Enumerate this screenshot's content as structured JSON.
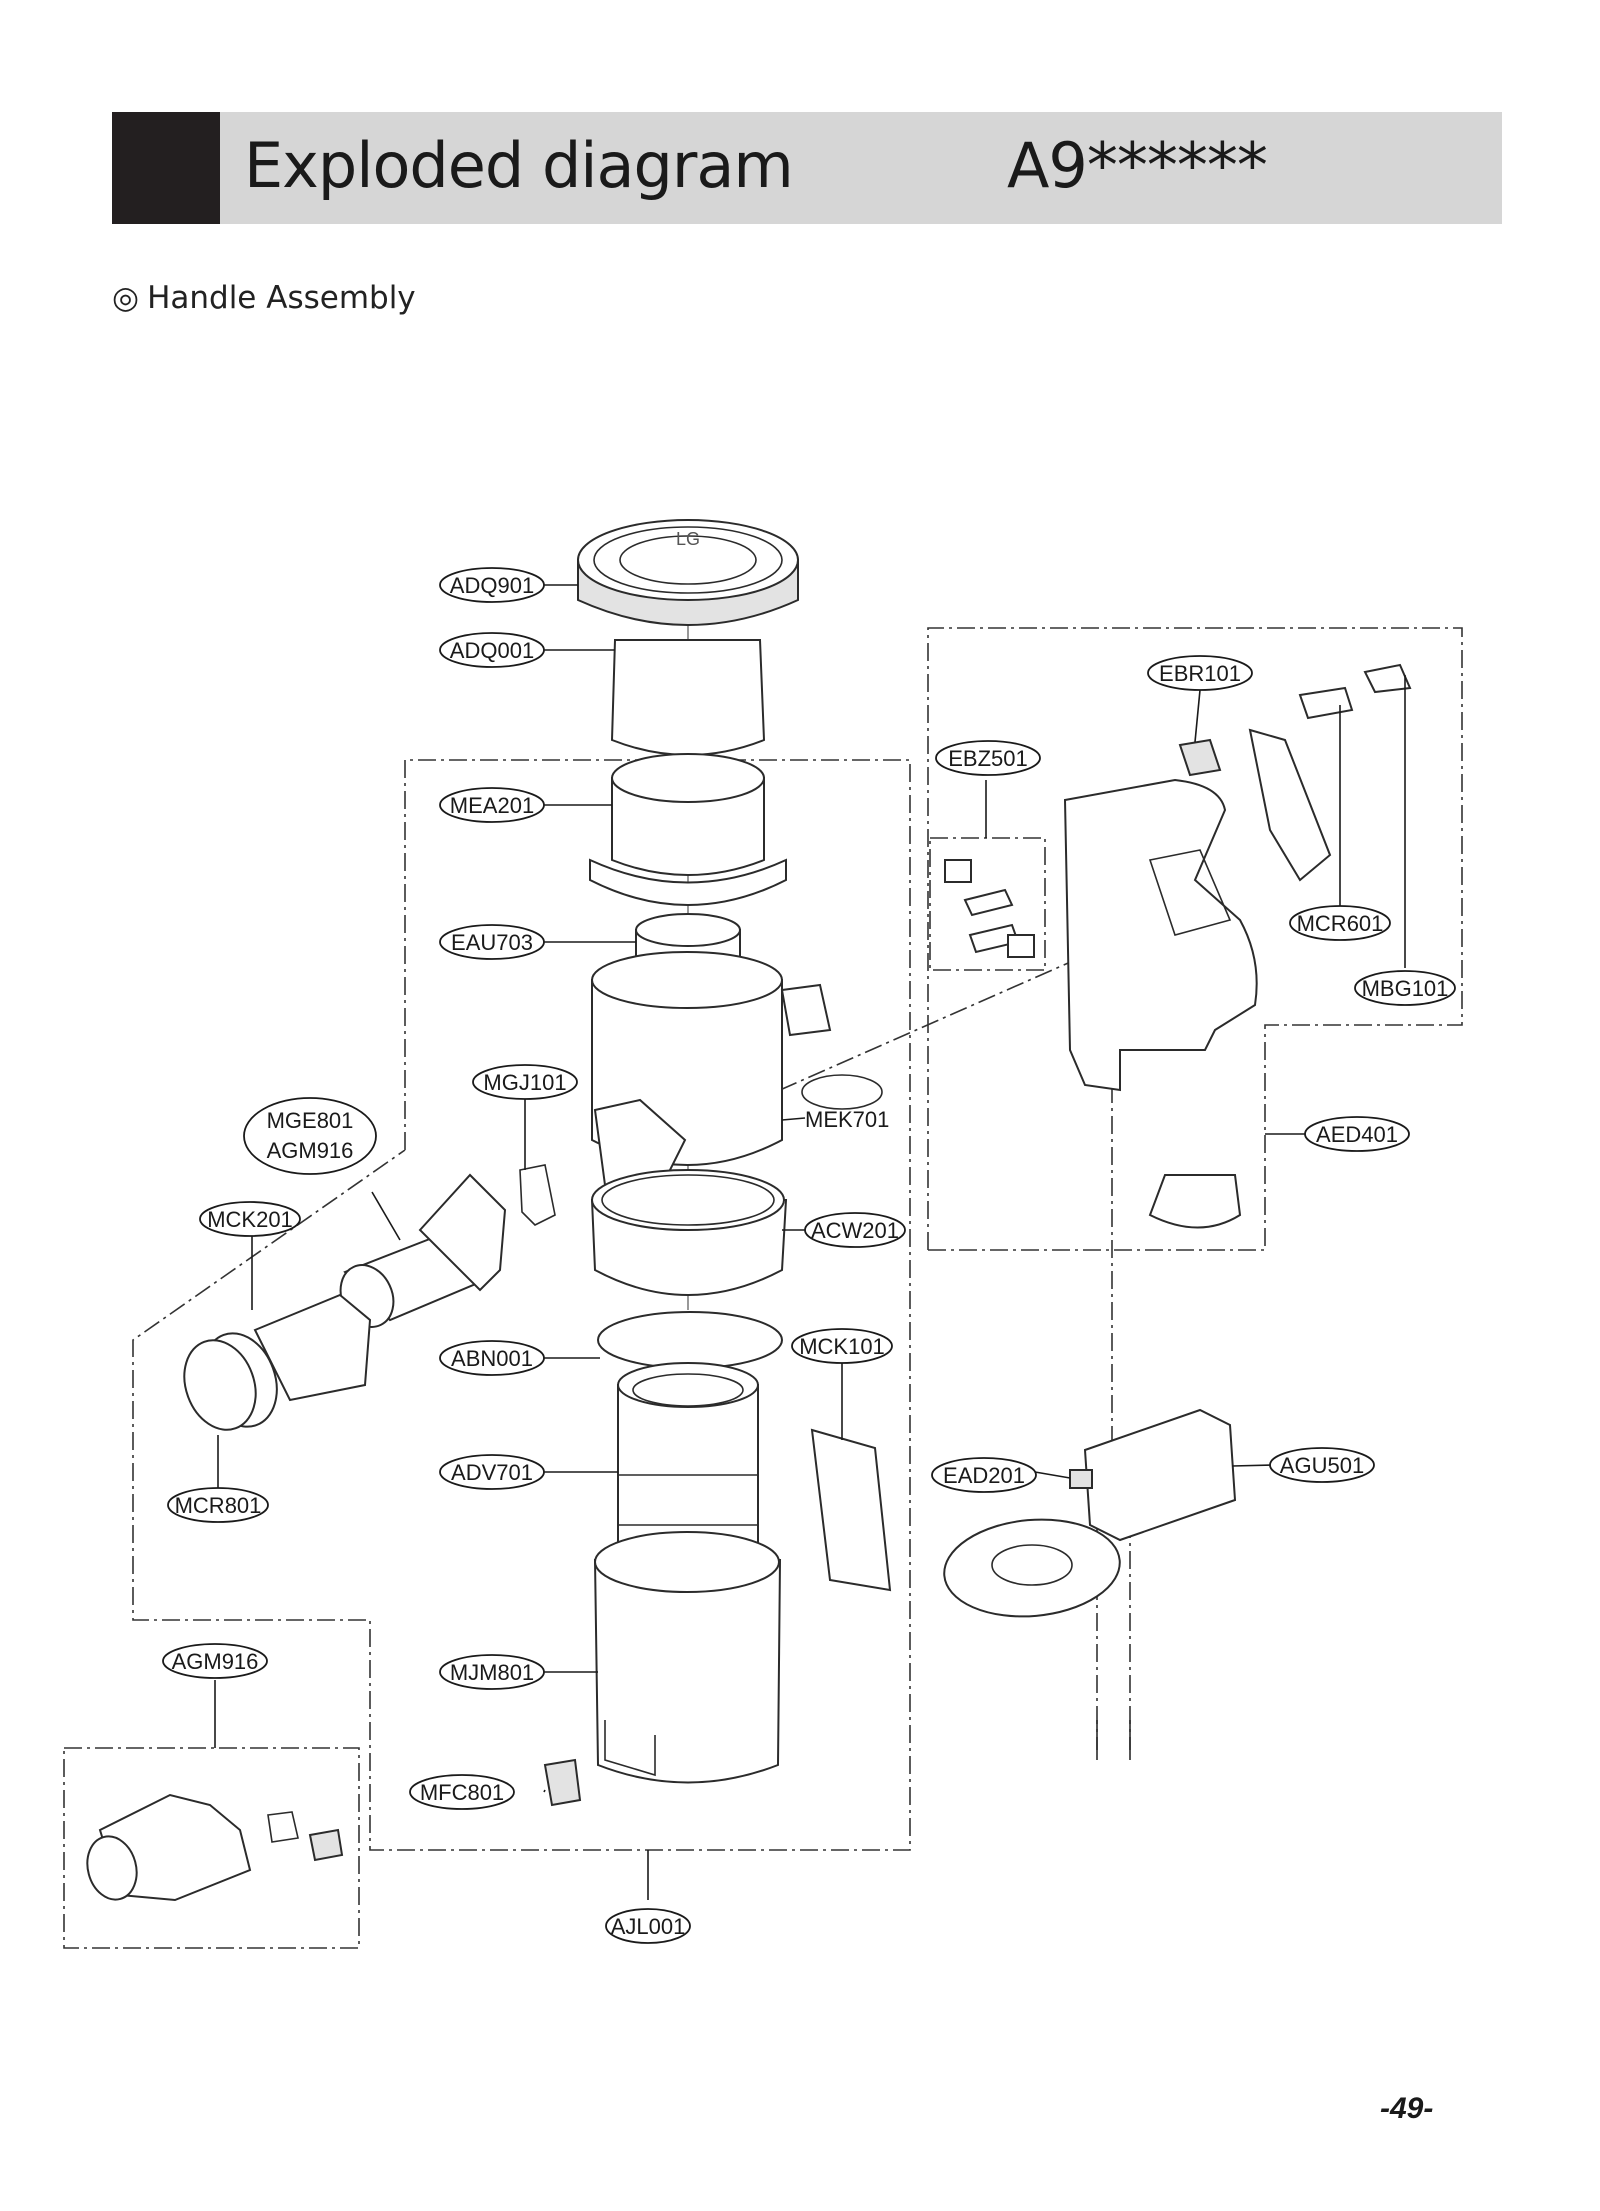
{
  "header": {
    "title": "Exploded diagram",
    "model": "A9******"
  },
  "section": {
    "symbol": "◎",
    "title": "Handle Assembly"
  },
  "page_number": "-49-",
  "logo_text": "LG",
  "parts": {
    "ADQ901": "ADQ901",
    "ADQ001": "ADQ001",
    "MEA201": "MEA201",
    "EAU703": "EAU703",
    "MGJ101": "MGJ101",
    "MGE801": "MGE801",
    "AGM916_a": "AGM916",
    "MEK701": "MEK701",
    "MCK201": "MCK201",
    "ACW201": "ACW201",
    "ABN001": "ABN001",
    "MCK101": "MCK101",
    "MCR801": "MCR801",
    "ADV701": "ADV701",
    "EAD201": "EAD201",
    "AGU501": "AGU501",
    "AGM916_b": "AGM916",
    "MJM801": "MJM801",
    "MFC801": "MFC801",
    "AJL001": "AJL001",
    "EBR101": "EBR101",
    "EBZ501": "EBZ501",
    "MCR601": "MCR601",
    "MBG101": "MBG101",
    "AED401": "AED401"
  }
}
